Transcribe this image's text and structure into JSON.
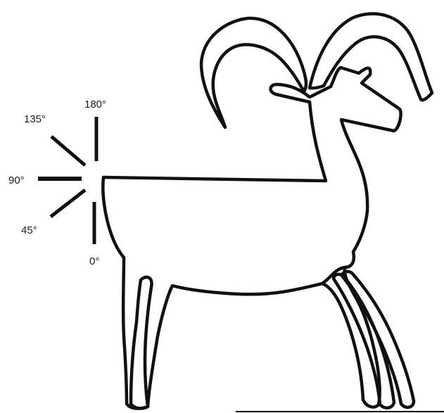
{
  "angle_labels": {
    "deg_0": "0°",
    "deg_45": "45°",
    "deg_90": "90°",
    "deg_135": "135°",
    "deg_180": "180°"
  },
  "colors": {
    "stroke": "#111111",
    "background": "#ffffff"
  }
}
